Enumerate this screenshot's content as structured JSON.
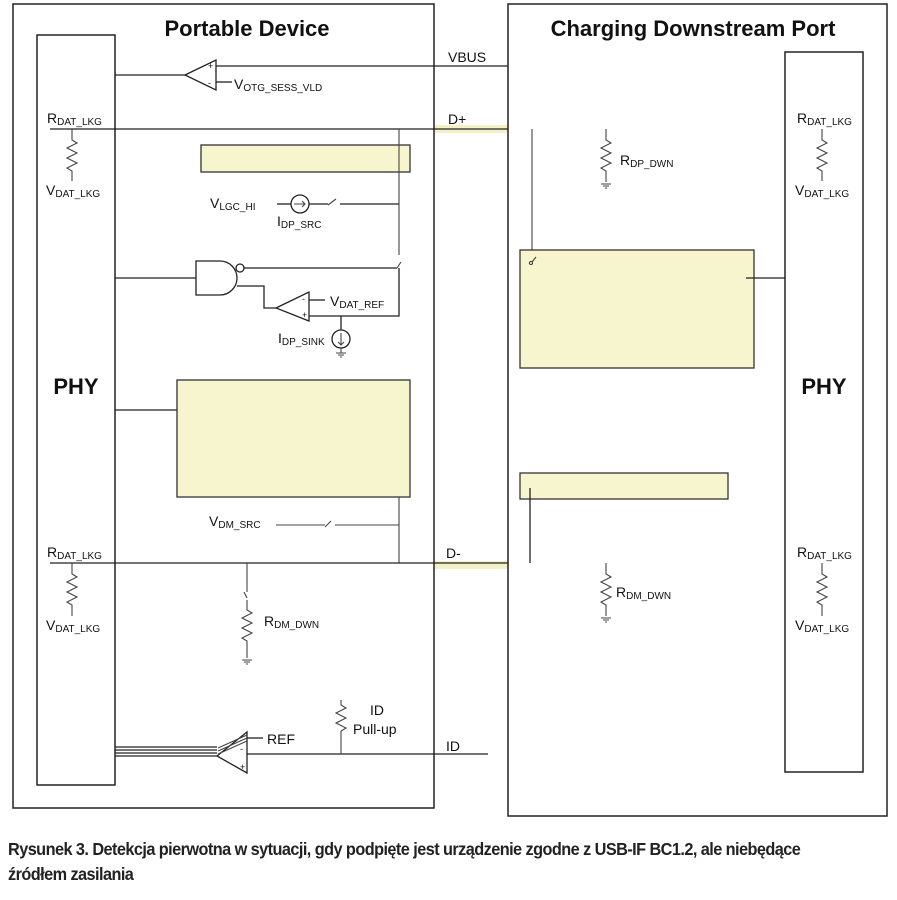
{
  "figure": {
    "left_block": {
      "title": "Portable Device",
      "phy_label": "PHY",
      "comparator_vbus_ref": {
        "main": "V",
        "sub": "OTG_SESS_VLD"
      },
      "rdat_lkg_top": {
        "main": "R",
        "sub": "DAT_LKG"
      },
      "vdat_lkg_top": {
        "main": "V",
        "sub": "DAT_LKG"
      },
      "vlgc_hi": {
        "main": "V",
        "sub": "LGC_HI"
      },
      "idp_src": {
        "main": "I",
        "sub": "DP_SRC"
      },
      "vdat_ref": {
        "main": "V",
        "sub": "DAT_REF"
      },
      "idp_sink": {
        "main": "I",
        "sub": "DP_SINK"
      },
      "vdm_src": {
        "main": "V",
        "sub": "DM_SRC"
      },
      "rdat_lkg_bottom": {
        "main": "R",
        "sub": "DAT_LKG"
      },
      "vdat_lkg_bottom": {
        "main": "V",
        "sub": "DAT_LKG"
      },
      "rdm_dwn": {
        "main": "R",
        "sub": "DM_DWN"
      },
      "ref_label": "REF",
      "id_pullup_line1": "ID",
      "id_pullup_line2": "Pull-up"
    },
    "right_block": {
      "title": "Charging Downstream Port",
      "phy_label": "PHY",
      "rdp_dwn": {
        "main": "R",
        "sub": "DP_DWN"
      },
      "rdm_dwn": {
        "main": "R",
        "sub": "DM_DWN"
      },
      "rdat_lkg_top": {
        "main": "R",
        "sub": "DAT_LKG"
      },
      "vdat_lkg_top": {
        "main": "V",
        "sub": "DAT_LKG"
      },
      "rdat_lkg_bottom": {
        "main": "R",
        "sub": "DAT_LKG"
      },
      "vdat_lkg_bottom": {
        "main": "V",
        "sub": "DAT_LKG"
      }
    },
    "signals": {
      "vbus": "VBUS",
      "dplus": "D+",
      "dminus": "D-",
      "id": "ID"
    },
    "colors": {
      "highlight_path": "#f3f1c8",
      "block_fill": "#f7f5cd",
      "line": "#222222"
    }
  },
  "caption": "Rysunek 3. Detekcja pierwotna w sytuacji, gdy podpięte jest urządzenie zgodne z USB-IF BC1.2, ale niebędące źródłem zasilania"
}
